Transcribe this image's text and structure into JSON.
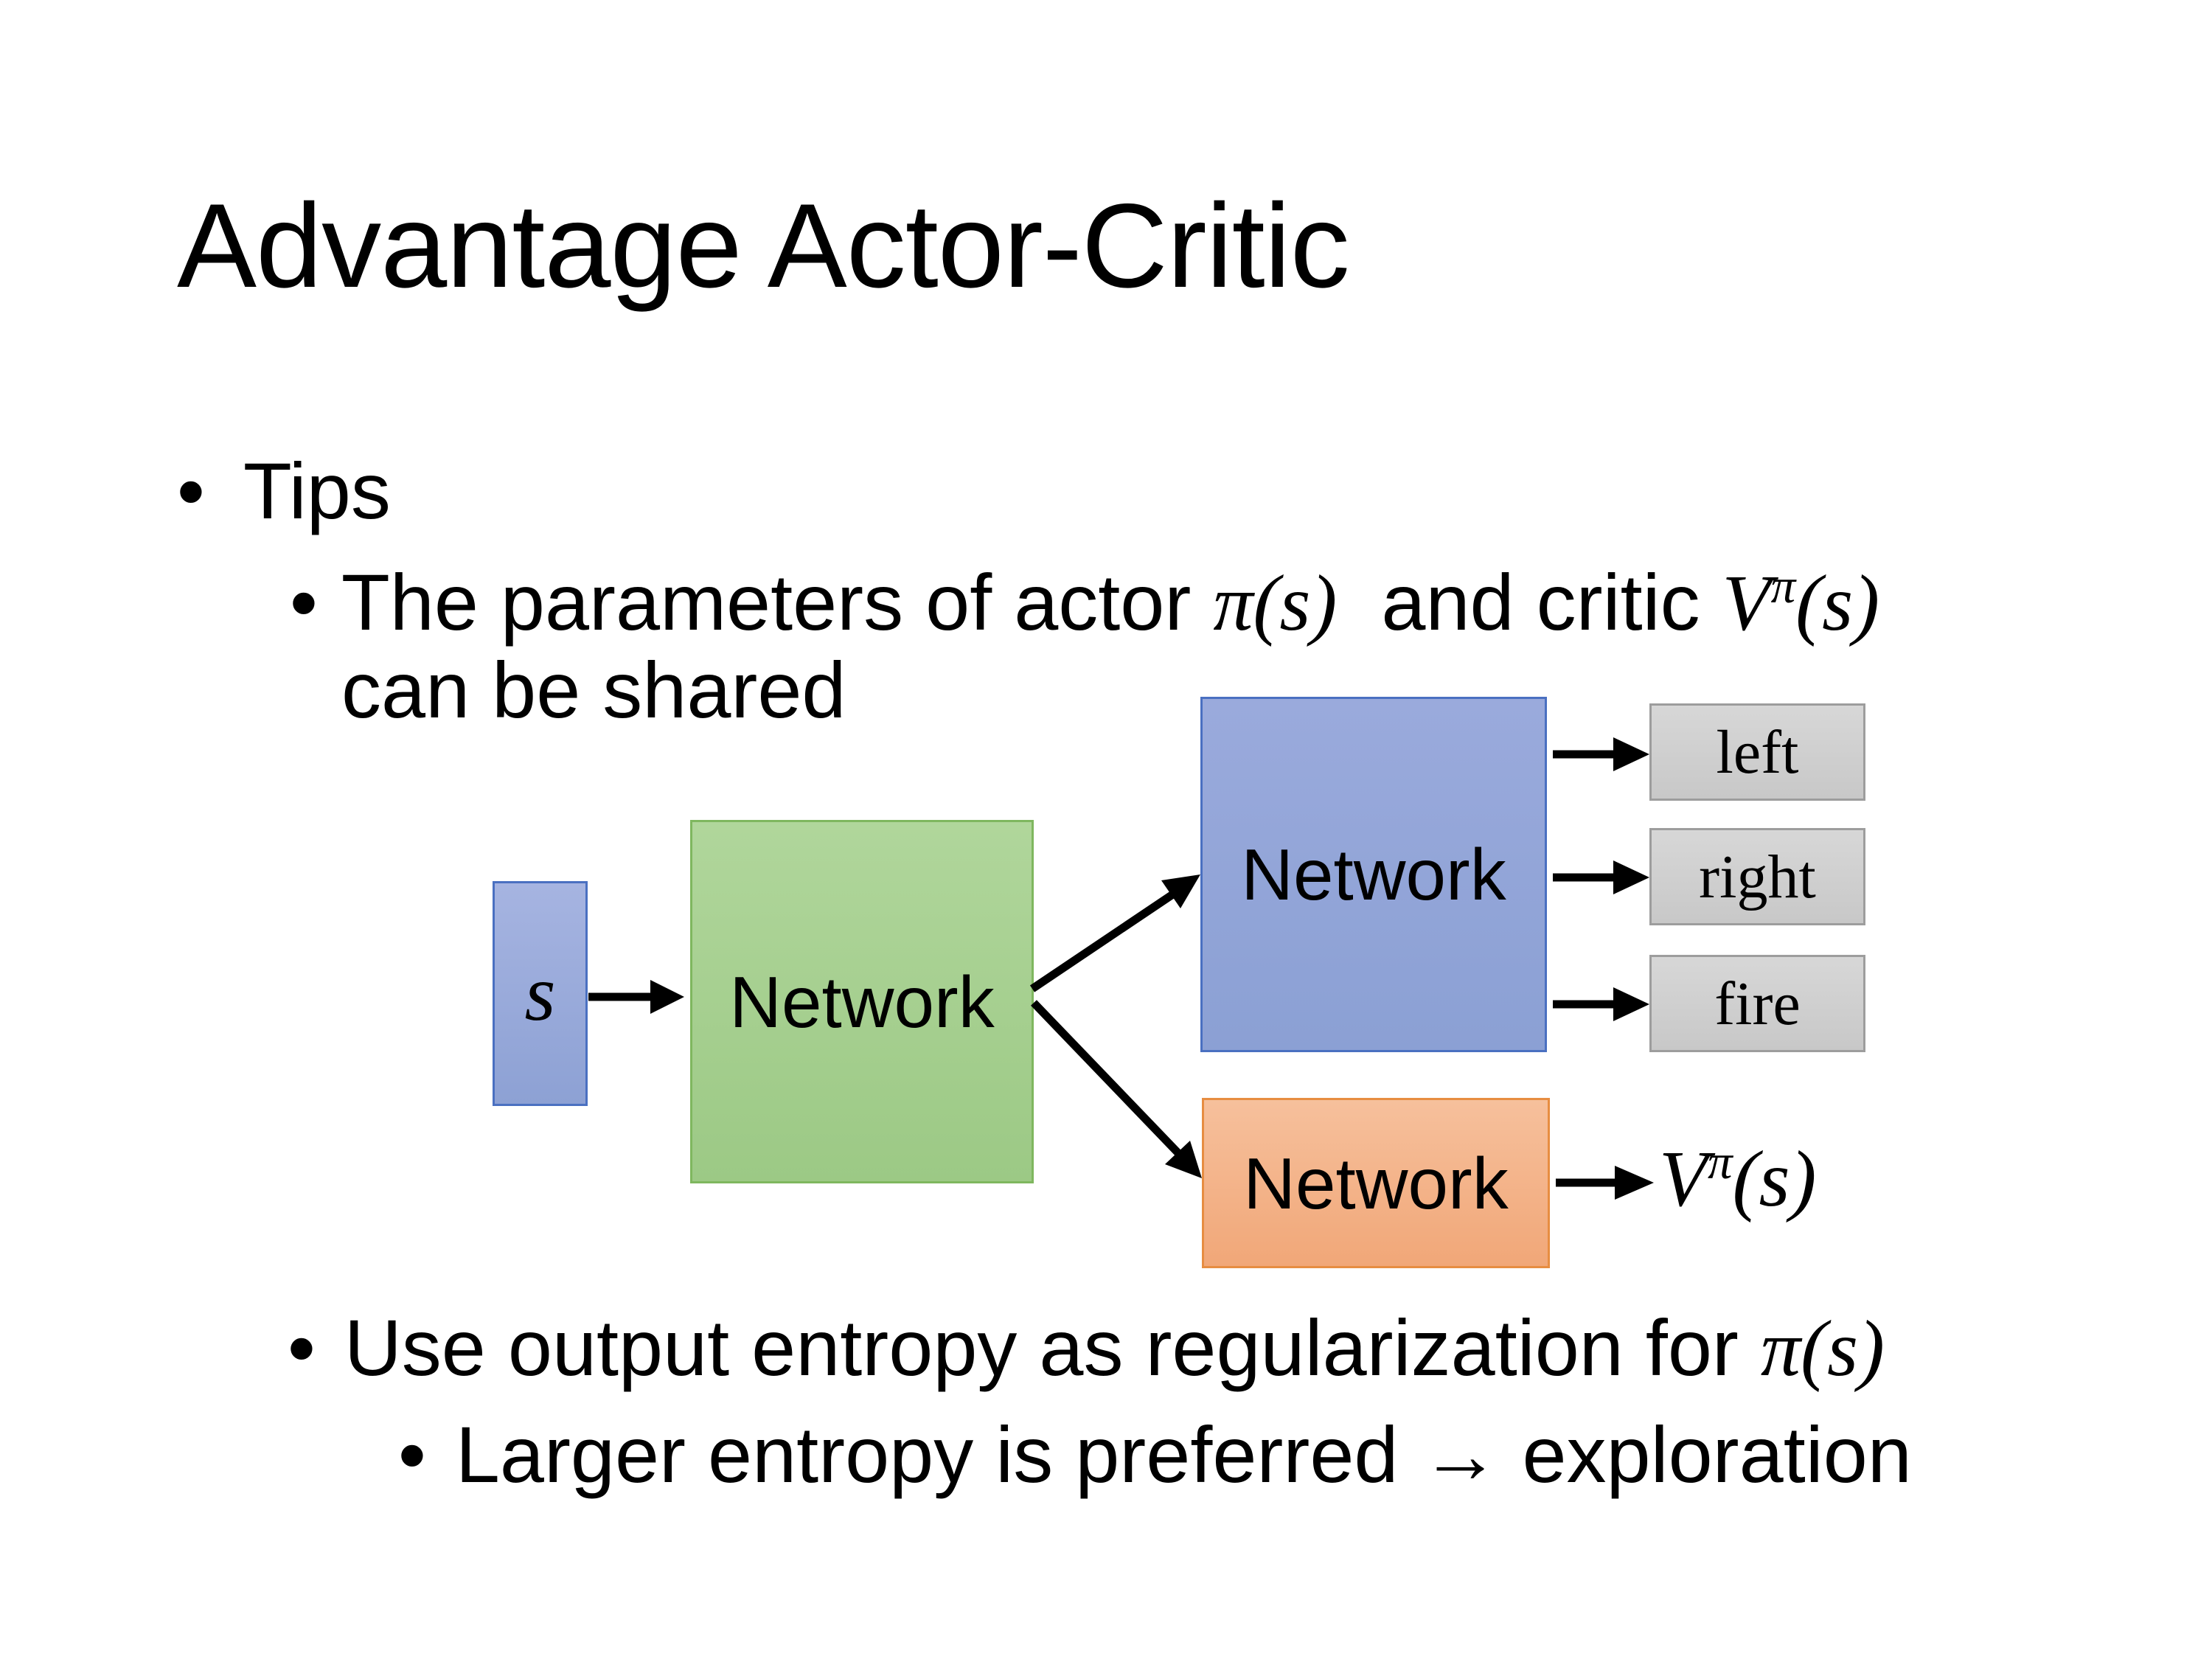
{
  "slide": {
    "title": "Advantage Actor-Critic",
    "bullet_char": "•",
    "bullets": {
      "tips": "Tips",
      "shared_prefix": "The parameters of actor ",
      "shared_pi": "π(s)",
      "shared_mid": "  and critic ",
      "shared_v_base": "V",
      "shared_v_sup": "π",
      "shared_v_args": "(s)",
      "shared_cont": "can be shared",
      "entropy_prefix": "Use output entropy as regularization for ",
      "entropy_pi": "π(s)",
      "exploration": "Larger entropy is preferred → exploration"
    }
  },
  "diagram": {
    "state_label": "s",
    "shared_network": {
      "label": "Network"
    },
    "actor_network": {
      "label": "Network"
    },
    "critic_network": {
      "label": "Network"
    },
    "actions": [
      {
        "label": "left"
      },
      {
        "label": "right"
      },
      {
        "label": "fire"
      }
    ],
    "value_output": {
      "base": "V",
      "sup": "π",
      "args": "(s)"
    },
    "colors": {
      "state_fill": "#8fa4d6",
      "state_border": "#4a70c1",
      "shared_fill": "#a5cf90",
      "shared_border": "#7fb75f",
      "actor_fill": "#92a5d8",
      "actor_border": "#4a70c1",
      "critic_fill": "#f4b183",
      "critic_border": "#e78d41",
      "action_fill": "#cfcfcf",
      "action_border": "#9d9d9d",
      "arrow": "#000000",
      "text": "#000000",
      "background": "#ffffff"
    }
  }
}
